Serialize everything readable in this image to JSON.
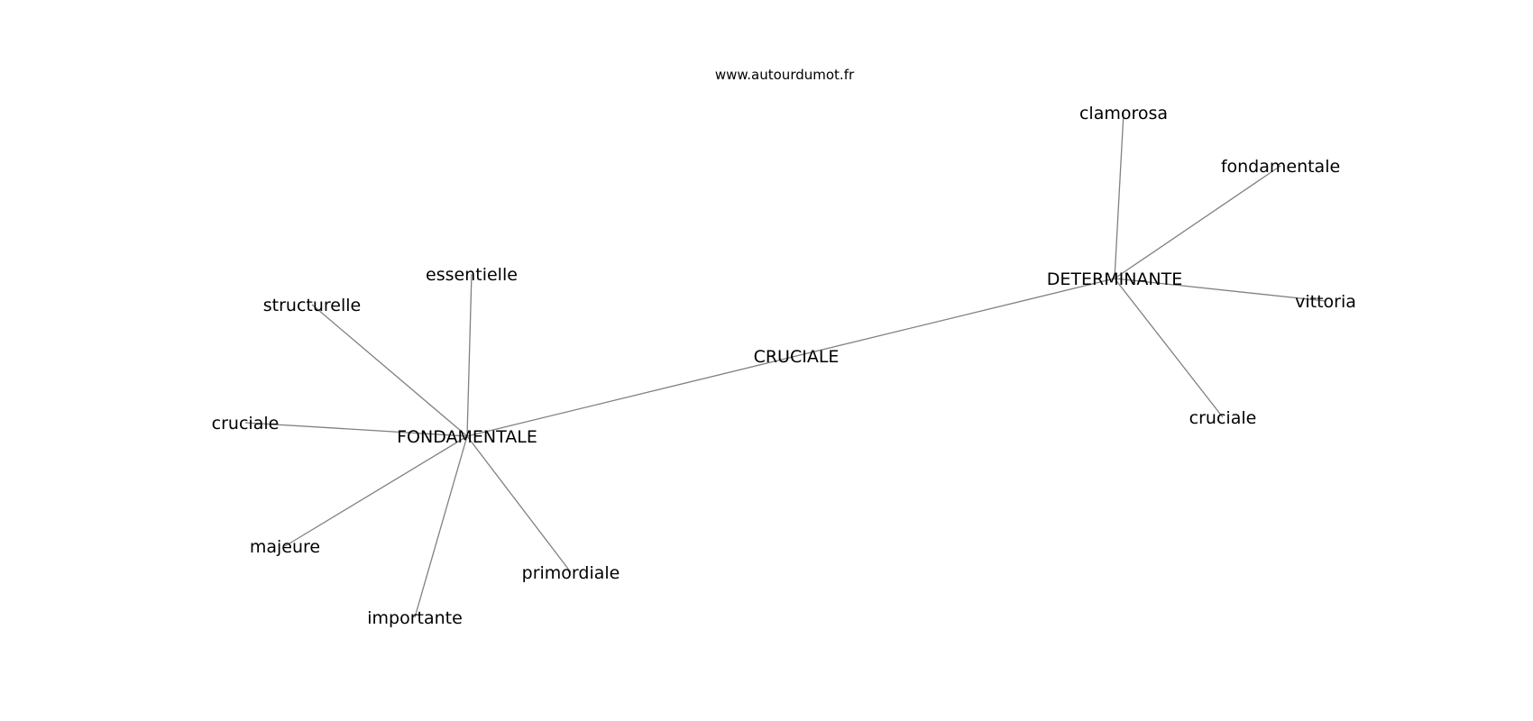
{
  "watermark": "www.autourdumot.fr",
  "graph": {
    "nodes": [
      {
        "id": "cruciale_center",
        "label": "CRUCIALE"
      },
      {
        "id": "fondamentale_hub",
        "label": "FONDAMENTALE"
      },
      {
        "id": "determinante_hub",
        "label": "DETERMINANTE"
      },
      {
        "id": "essentielle",
        "label": "essentielle"
      },
      {
        "id": "structurelle",
        "label": "structurelle"
      },
      {
        "id": "cruciale_left",
        "label": "cruciale"
      },
      {
        "id": "majeure",
        "label": "majeure"
      },
      {
        "id": "importante",
        "label": "importante"
      },
      {
        "id": "primordiale",
        "label": "primordiale"
      },
      {
        "id": "clamorosa",
        "label": "clamorosa"
      },
      {
        "id": "fondamentale_right",
        "label": "fondamentale"
      },
      {
        "id": "vittoria",
        "label": "vittoria"
      },
      {
        "id": "cruciale_right",
        "label": "cruciale"
      }
    ],
    "edges": [
      [
        "fondamentale_hub",
        "determinante_hub"
      ],
      [
        "fondamentale_hub",
        "essentielle"
      ],
      [
        "fondamentale_hub",
        "structurelle"
      ],
      [
        "fondamentale_hub",
        "cruciale_left"
      ],
      [
        "fondamentale_hub",
        "majeure"
      ],
      [
        "fondamentale_hub",
        "importante"
      ],
      [
        "fondamentale_hub",
        "primordiale"
      ],
      [
        "determinante_hub",
        "clamorosa"
      ],
      [
        "determinante_hub",
        "fondamentale_right"
      ],
      [
        "determinante_hub",
        "vittoria"
      ],
      [
        "determinante_hub",
        "cruciale_right"
      ]
    ]
  }
}
